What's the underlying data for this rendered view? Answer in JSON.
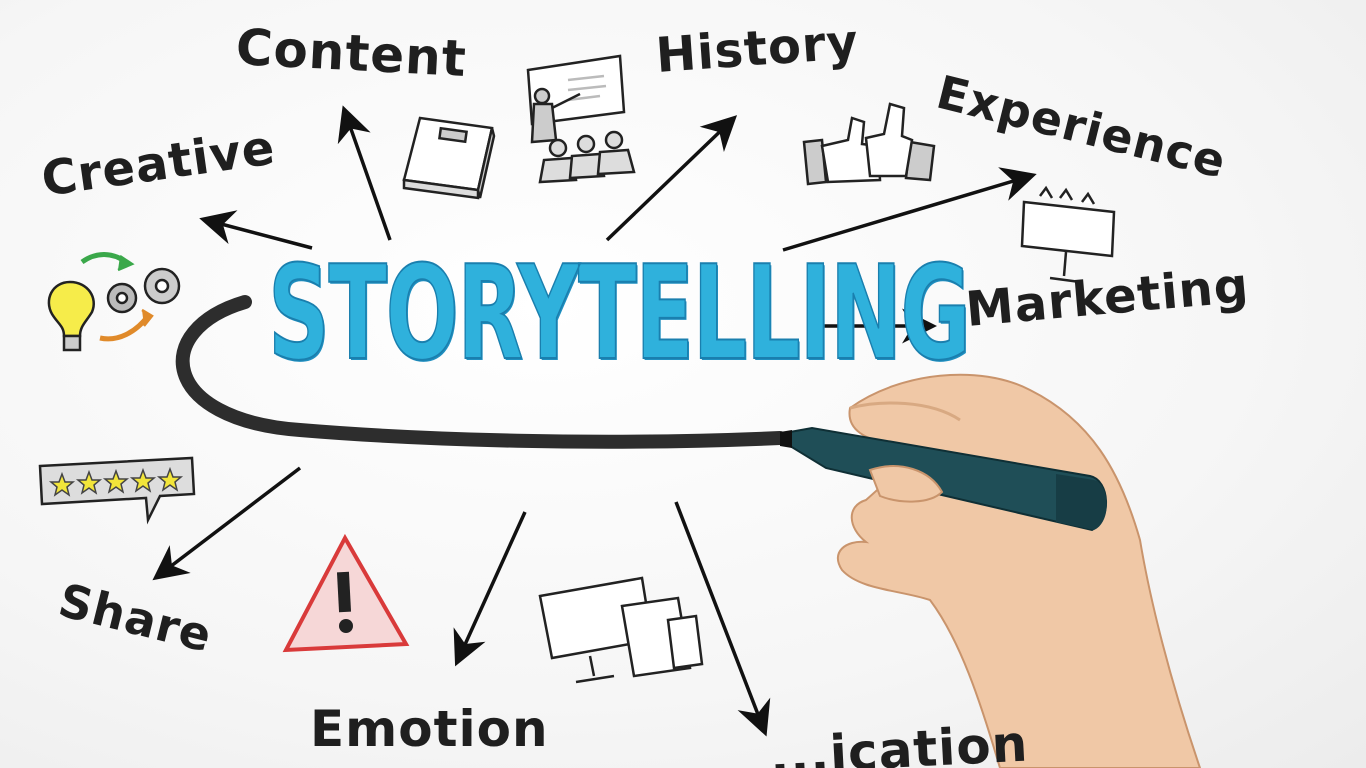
{
  "diagram": {
    "center": "STORYTELLING",
    "nodes": {
      "content": "Content",
      "history": "History",
      "experience": "Experience",
      "creative": "Creative",
      "marketing": "Marketing",
      "share": "Share",
      "emotion": "Emotion",
      "partial": "...ication"
    }
  },
  "colors": {
    "center_text": "#2fb1dc",
    "ink": "#1f1f1f",
    "marker": "#1c4a52",
    "warning": "#d93a3a",
    "stars": "#f2e53a"
  },
  "icons": [
    "book-icon",
    "presentation-icon",
    "thumbs-up-icon",
    "billboard-icon",
    "lightbulb-gears-icon",
    "rating-stars-icon",
    "warning-icon",
    "devices-icon",
    "hand-marker-icon"
  ]
}
